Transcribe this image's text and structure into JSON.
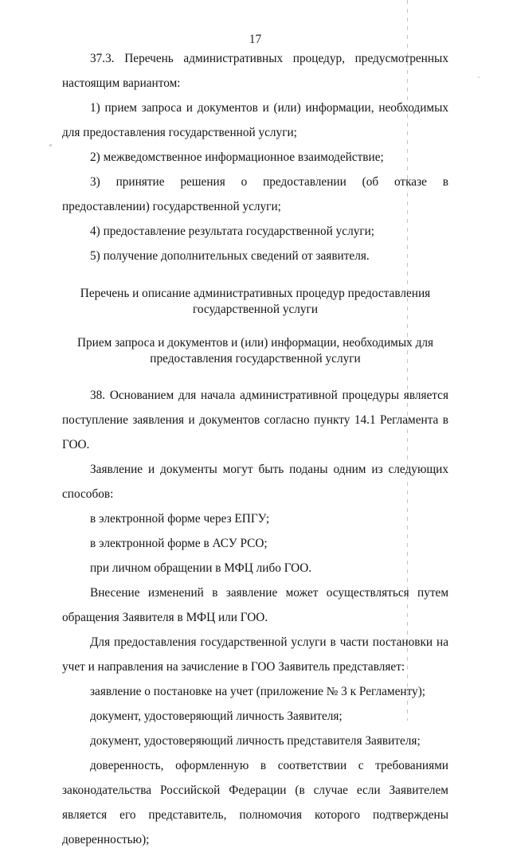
{
  "document": {
    "language": "ru",
    "page_number": "17",
    "blocks": [
      {
        "id": "p37_3",
        "type": "paragraph",
        "text": "37.3. Перечень административных процедур, предусмотренных настоящим вариантом:"
      },
      {
        "id": "list_item_1",
        "type": "paragraph",
        "text": "1) прием запроса и документов и (или) информации, необходимых для предоставления государственной услуги;"
      },
      {
        "id": "list_item_2",
        "type": "item",
        "text": "2) межведомственное информационное взаимодействие;"
      },
      {
        "id": "list_item_3",
        "type": "paragraph",
        "text": "3) принятие решения о предоставлении (об отказе в предоставлении) государственной услуги;"
      },
      {
        "id": "list_item_4",
        "type": "item",
        "text": "4) предоставление результата государственной услуги;"
      },
      {
        "id": "list_item_5",
        "type": "item",
        "text": "5) получение дополнительных сведений от заявителя."
      },
      {
        "id": "heading_1",
        "type": "heading",
        "text": "Перечень и описание административных процедур предоставления государственной услуги"
      },
      {
        "id": "heading_2",
        "type": "heading",
        "text": "Прием запроса и документов и (или) информации, необходимых для предоставления государственной услуги"
      },
      {
        "id": "p38",
        "type": "paragraph",
        "text": "38. Основанием для начала административной процедуры является поступление заявления и документов согласно пункту 14.1 Регламента в ГОО."
      },
      {
        "id": "p_methods_intro",
        "type": "paragraph",
        "text": "Заявление и документы могут быть поданы одним из следующих способов:"
      },
      {
        "id": "method_1",
        "type": "item",
        "text": "в электронной форме через ЕПГУ;"
      },
      {
        "id": "method_2",
        "type": "item",
        "text": "в электронной форме в АСУ РСО;"
      },
      {
        "id": "method_3",
        "type": "item",
        "text": "при личном обращении в МФЦ либо ГОО."
      },
      {
        "id": "p_changes",
        "type": "paragraph",
        "text": "Внесение изменений в заявление может осуществляться путем обращения Заявителя в МФЦ или ГОО."
      },
      {
        "id": "p_enrollment",
        "type": "paragraph",
        "text": "Для предоставления государственной услуги в части постановки на учет и направления на зачисление в ГОО Заявитель представляет:"
      },
      {
        "id": "doc_1",
        "type": "item",
        "text": "заявление о постановке на учет (приложение № 3 к Регламенту);"
      },
      {
        "id": "doc_2",
        "type": "item",
        "text": "документ, удостоверяющий личность Заявителя;"
      },
      {
        "id": "doc_3",
        "type": "item",
        "text": "документ, удостоверяющий личность представителя Заявителя;"
      },
      {
        "id": "doc_4",
        "type": "paragraph",
        "text": "доверенность, оформленную в соответствии с требованиями законодательства Российской Федерации (в случае если Заявителем является его представитель, полномочия которого подтверждены доверенностью);"
      }
    ]
  },
  "colors": {
    "page_background": "#ffffff",
    "text": "#141414",
    "scan_artifact": "#b9b9b9"
  }
}
